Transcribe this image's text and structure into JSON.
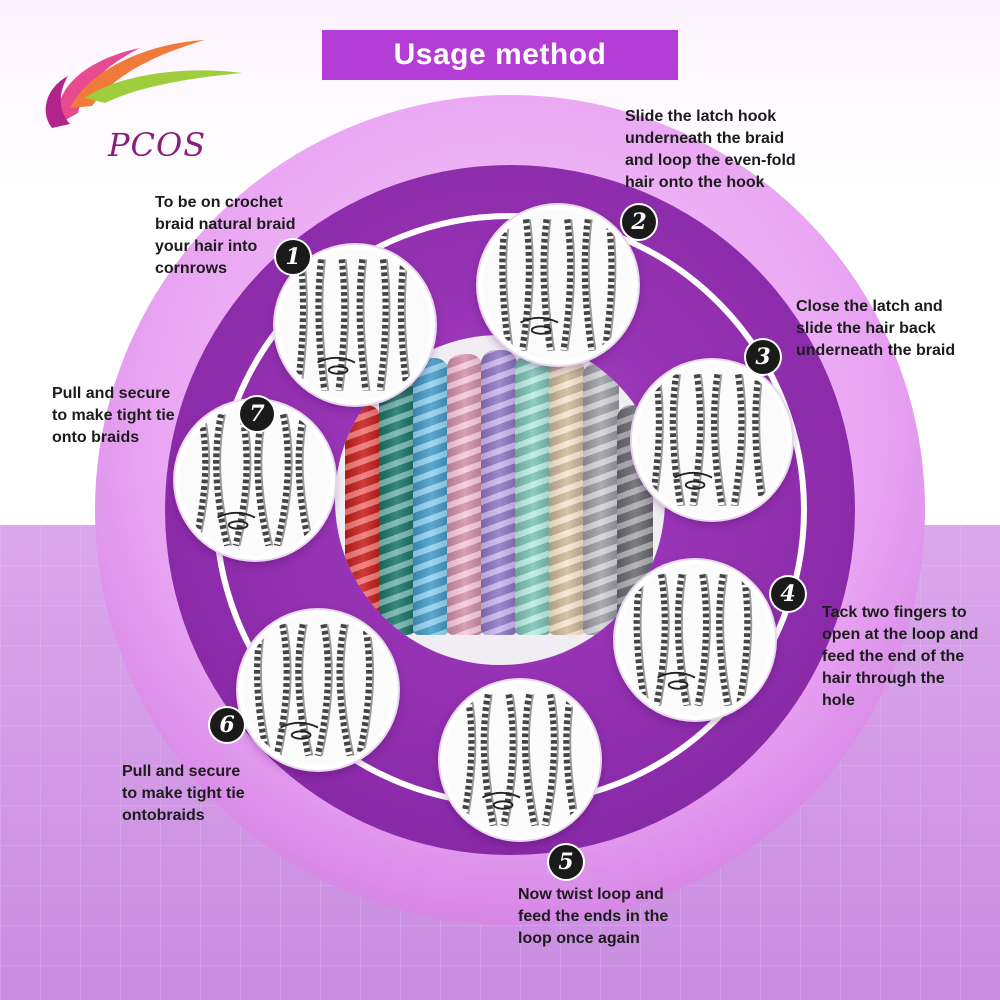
{
  "title": "Usage method",
  "logo": {
    "text": "PCOS",
    "icon": "leaf-swoosh-icon"
  },
  "steps": [
    {
      "number": "1",
      "caption": "To be on crochet\nbraid natural braid\nyour hair into\ncornrows"
    },
    {
      "number": "2",
      "caption": "Slide the latch hook\nunderneath the braid\nand loop the even-fold\nhair onto the hook"
    },
    {
      "number": "3",
      "caption": "Close the latch and\nslide the hair back\nunderneath the braid"
    },
    {
      "number": "4",
      "caption": "Tack two fingers to\nopen at the loop and\nfeed the end of the\nhair through the\nhole"
    },
    {
      "number": "5",
      "caption": "Now twist loop and\nfeed the ends in the\nloop once again"
    },
    {
      "number": "6",
      "caption": "Pull and secure\nto make tight tie\nontobraids"
    },
    {
      "number": "7",
      "caption": "Pull and secure\nto make tight tie\nonto braids"
    }
  ],
  "braid_colors": [
    "#e8231f",
    "#1f8a7a",
    "#4fb6ea",
    "#f4a9c8",
    "#a98be6",
    "#93e3d6",
    "#f1d8b4",
    "#b8b8c2",
    "#7c7c82"
  ]
}
